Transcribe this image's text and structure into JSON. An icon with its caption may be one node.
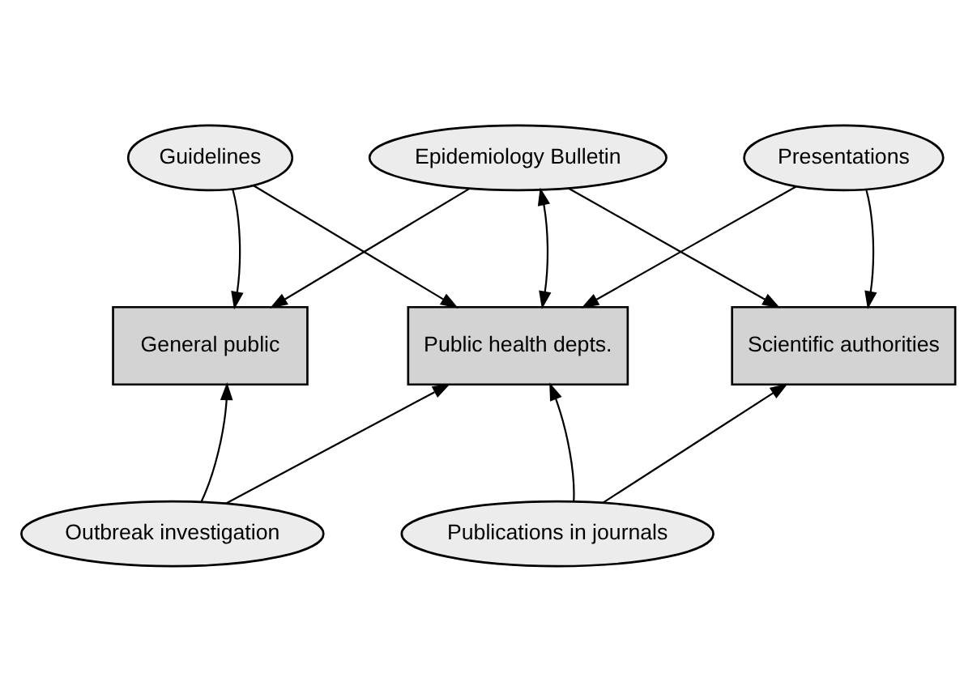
{
  "diagram": {
    "nodes": [
      {
        "text": [
          "Guidelines"
        ]
      },
      {
        "text": [
          "Epidemiology Bulletin"
        ]
      },
      {
        "text": [
          "Presentations"
        ]
      },
      {
        "text": [
          "General public"
        ]
      },
      {
        "text": [
          "Public health depts."
        ]
      },
      {
        "text": [
          "Scientific authorities"
        ]
      },
      {
        "text": [
          "Outbreak investigation"
        ]
      },
      {
        "text": [
          "Publications in journals"
        ]
      }
    ],
    "edges": [
      {
        "from": 0,
        "to": 3,
        "arrow": "to"
      },
      {
        "from": 0,
        "to": 4,
        "arrow": "to"
      },
      {
        "from": 1,
        "to": 3,
        "arrow": "to"
      },
      {
        "from": 1,
        "to": 4,
        "arrow": "both"
      },
      {
        "from": 1,
        "to": 5,
        "arrow": "to"
      },
      {
        "from": 2,
        "to": 4,
        "arrow": "to"
      },
      {
        "from": 2,
        "to": 5,
        "arrow": "to"
      },
      {
        "from": 6,
        "to": 3,
        "arrow": "to"
      },
      {
        "from": 6,
        "to": 4,
        "arrow": "to"
      },
      {
        "from": 7,
        "to": 4,
        "arrow": "to"
      },
      {
        "from": 7,
        "to": 5,
        "arrow": "to"
      }
    ]
  }
}
